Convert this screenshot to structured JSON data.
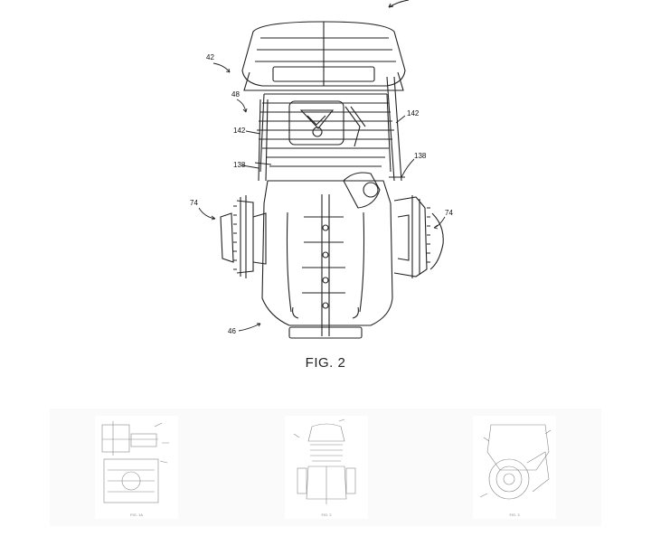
{
  "figure": {
    "caption": "FIG. 2",
    "ref_labels": {
      "l42": "42",
      "l48": "48",
      "l142a": "142",
      "l142b": "142",
      "l138a": "138",
      "l138b": "138",
      "l74a": "74",
      "l74b": "74",
      "l46": "46"
    }
  },
  "thumbnails": [
    {
      "caption": "FIG. 1A"
    },
    {
      "caption": "FIG. 2"
    },
    {
      "caption": "FIG. 3"
    }
  ]
}
